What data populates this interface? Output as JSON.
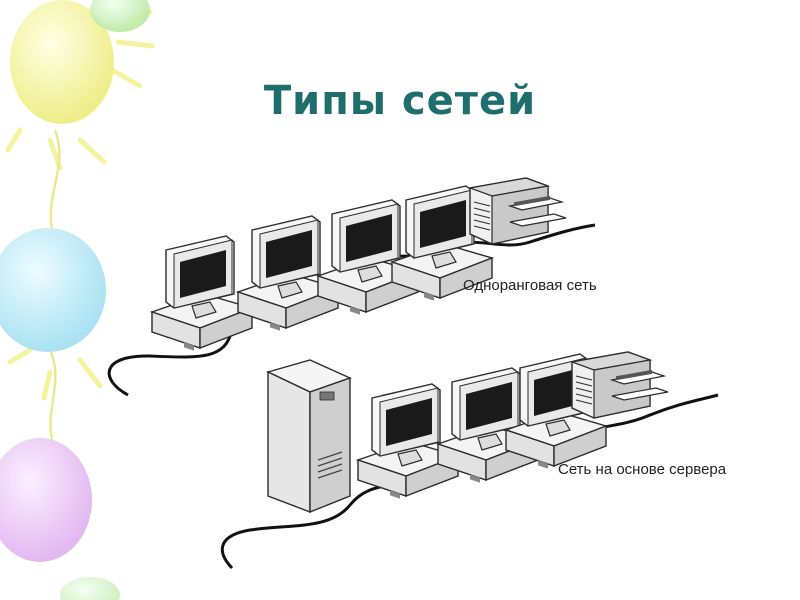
{
  "slide": {
    "title": "Типы сетей",
    "title_color": "#1F6E6E"
  },
  "diagram": {
    "peer_label": "Одноранговая сеть",
    "server_label": "Сеть на основе сервера"
  },
  "colors": {
    "balloon_yellow": "#F3F3A0",
    "balloon_green": "#C6EFB0",
    "balloon_blue": "#BDEBF5",
    "balloon_purple": "#EBC9F3",
    "outline": "#2b2b2b",
    "screen": "#1a1a1a"
  }
}
